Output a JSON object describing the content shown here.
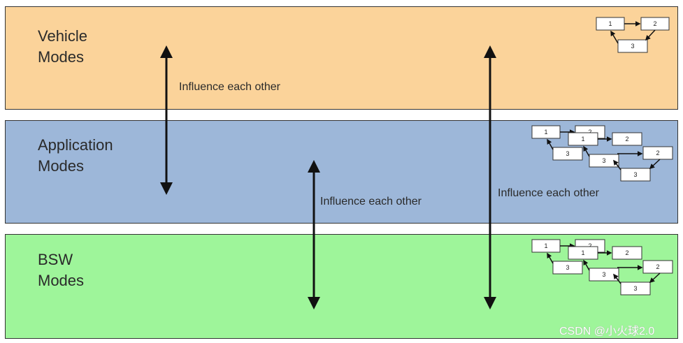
{
  "layers": {
    "vehicle": {
      "title": "Vehicle\nModes",
      "color": "#fbd39a"
    },
    "application": {
      "title": "Application\nModes",
      "color": "#9db7d9"
    },
    "bsw": {
      "title": "BSW\nModes",
      "color": "#9ef59a"
    }
  },
  "arrows": {
    "vehicle_app": "Influence each other",
    "app_bsw": "Influence each other",
    "vehicle_bsw": "Influence each other"
  },
  "state_machine_labels": [
    "1",
    "2",
    "3"
  ],
  "watermark": "CSDN @小火球2.0"
}
